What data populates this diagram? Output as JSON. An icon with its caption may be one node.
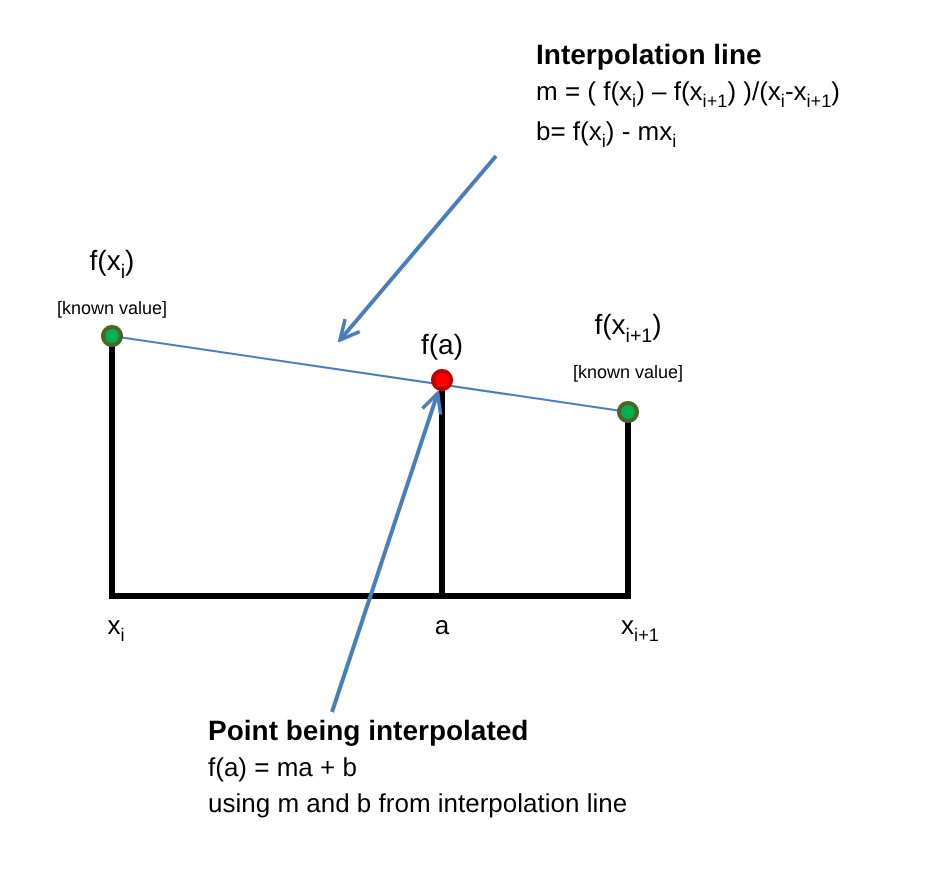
{
  "diagram": {
    "nodes": [
      {
        "text": [
          "Interpolation line",
          "m = ( f(x$_{i}$) – f(x$_{i+1}$) )/(x$_{i}$-x$_{i+1}$)",
          "b= f(x$_{i}$) - mx$_{i}$"
        ]
      },
      {
        "text": [
          "f(x$_{i}$)",
          "[known value]"
        ]
      },
      {
        "text": [
          "f(a)"
        ]
      },
      {
        "text": [
          "f(x$_{i+1}$)",
          "[known value]"
        ]
      },
      {
        "text": [
          "Point being interpolated",
          "f(a) = ma + b",
          "using m and b from interpolation line"
        ]
      }
    ],
    "edges": [
      {
        "from": 1,
        "to": 3,
        "arrow": "none"
      },
      {
        "from": 0,
        "to": null,
        "arrow": "to"
      },
      {
        "from": 4,
        "to": 2,
        "arrow": "to"
      }
    ],
    "labels": [
      "x$_{i}$",
      "a",
      "x$_{i+1}$"
    ]
  }
}
